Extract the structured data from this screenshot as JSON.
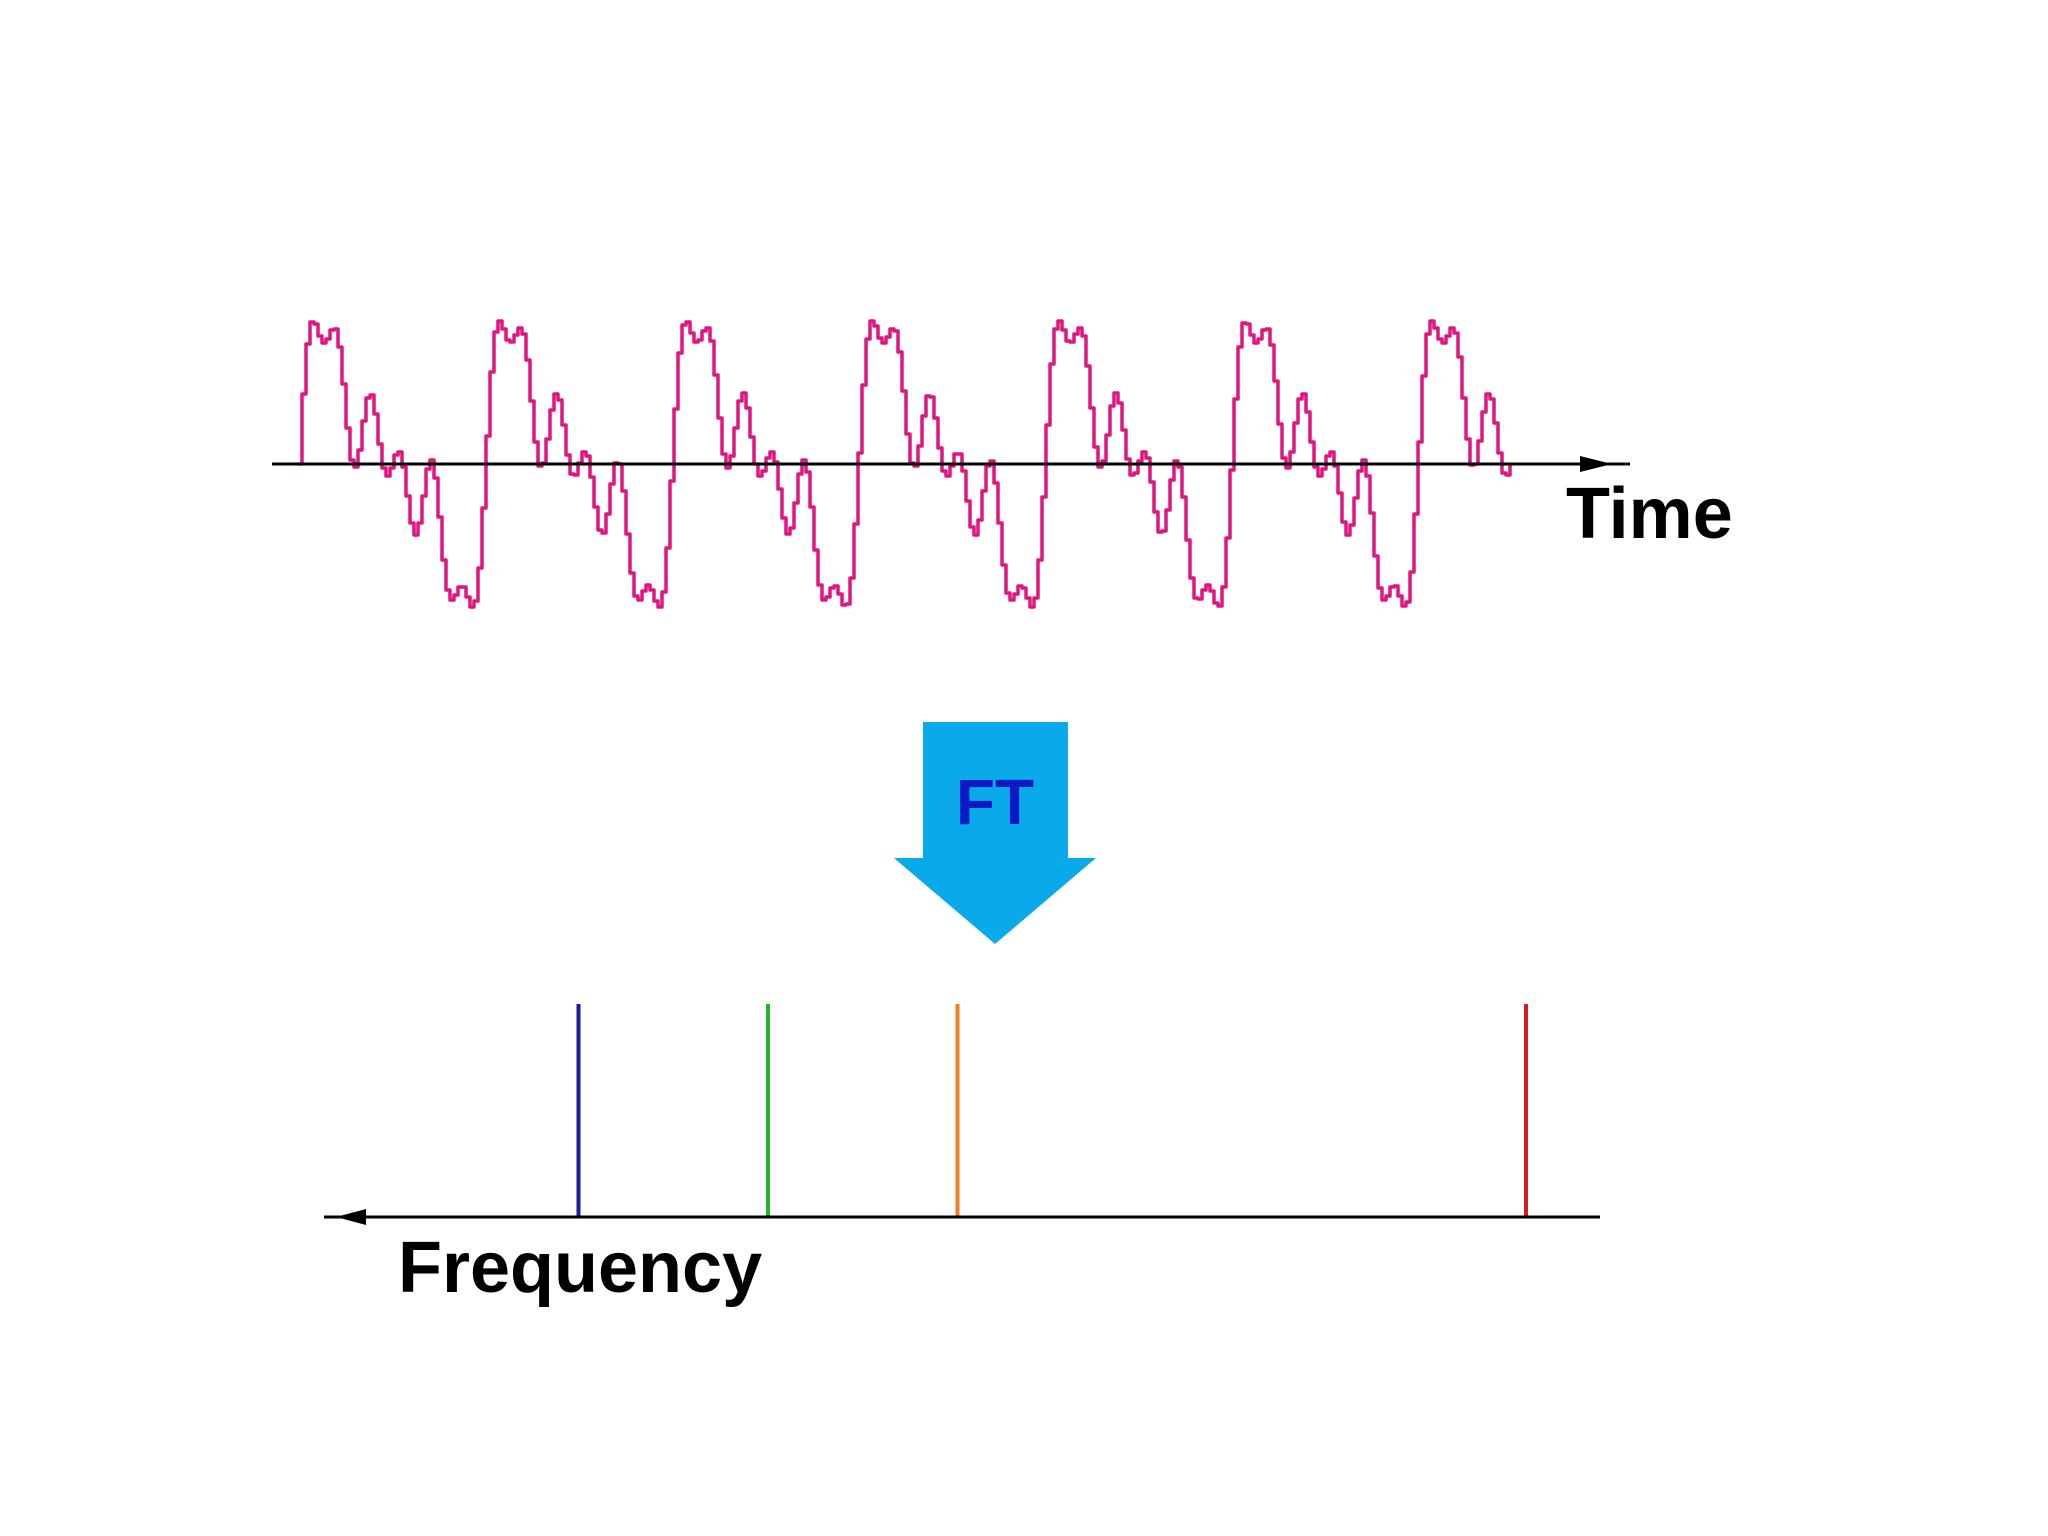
{
  "diagram": {
    "time_axis_label": "Time",
    "frequency_axis_label": "Frequency",
    "transform_label": "FT"
  },
  "colors": {
    "background": "#ffffff",
    "signal": "#e0157f",
    "axis": "#000000",
    "arrow_fill": "#0aa9ea",
    "ft_text": "#0b1ac6",
    "peaks": [
      "#1c1a9e",
      "#25b52a",
      "#ef7f24",
      "#d81a1a"
    ]
  },
  "chart_data": [
    {
      "type": "line",
      "name": "time-domain signal",
      "x_units": "time",
      "frequencies": [
        1,
        2,
        3,
        6
      ],
      "amplitudes": [
        55,
        35,
        25,
        20
      ],
      "periods_shown": 6.5
    },
    {
      "type": "bar",
      "name": "frequency spectrum",
      "frequencies": [
        1,
        2,
        3,
        6
      ],
      "values": [
        1,
        1,
        1,
        1
      ]
    }
  ]
}
